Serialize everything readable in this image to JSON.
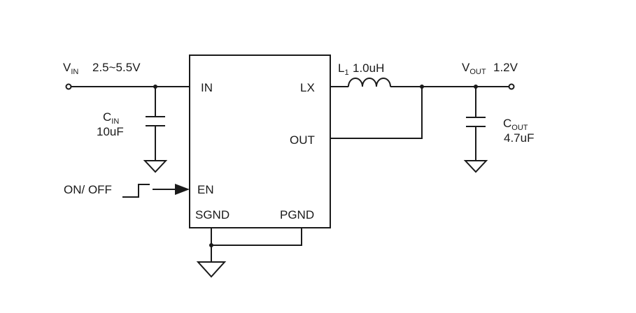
{
  "input": {
    "v_main": "V",
    "v_sub": "IN",
    "range": "2.5~5.5V"
  },
  "cin": {
    "c_main": "C",
    "c_sub": "IN",
    "value": "10uF"
  },
  "chip": {
    "pin_in": "IN",
    "pin_lx": "LX",
    "pin_out": "OUT",
    "pin_en": "EN",
    "pin_sgnd": "SGND",
    "pin_pgnd": "PGND"
  },
  "enable": {
    "label": "ON/ OFF"
  },
  "inductor": {
    "l_main": "L",
    "l_sub": "1",
    "value": "1.0uH"
  },
  "output": {
    "v_main": "V",
    "v_sub": "OUT",
    "value": "1.2V"
  },
  "cout": {
    "c_main": "C",
    "c_sub": "OUT",
    "value": "4.7uF"
  }
}
